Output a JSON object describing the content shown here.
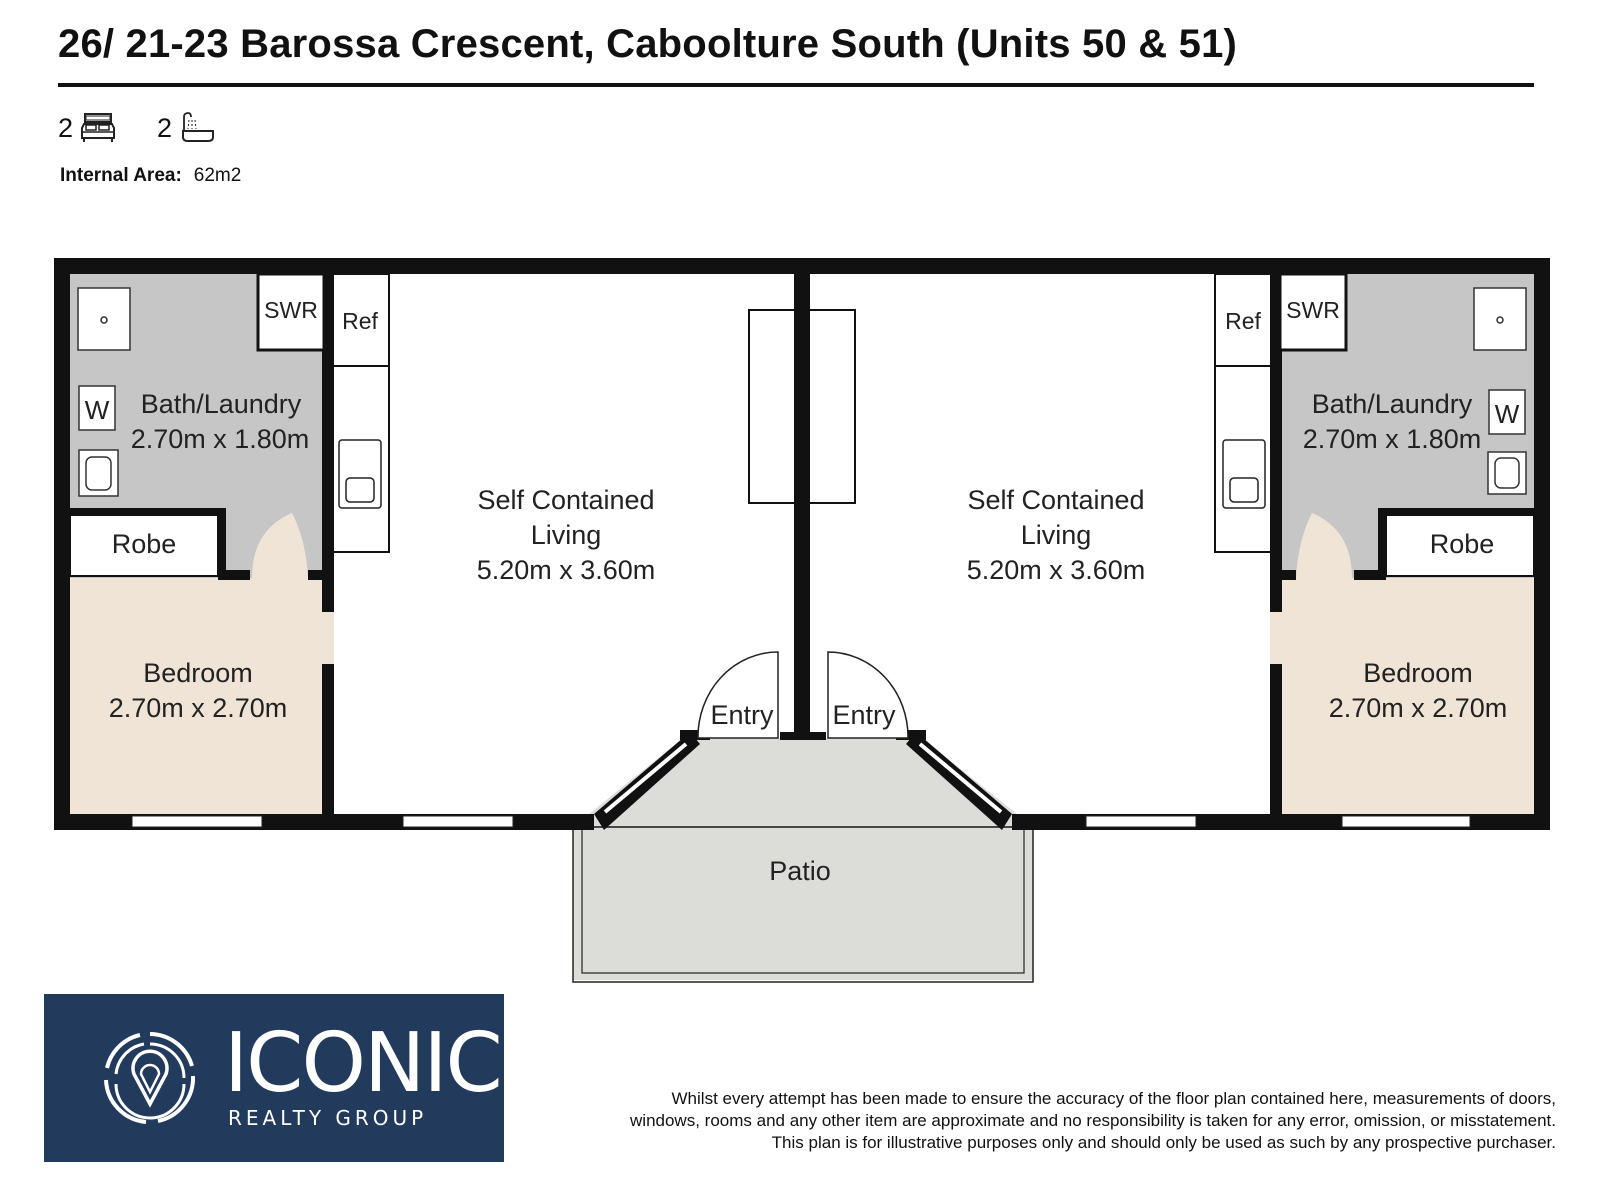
{
  "header": {
    "title": "26/ 21-23 Barossa Crescent, Caboolture South (Units 50 & 51)"
  },
  "stats": {
    "bedrooms": "2",
    "bedroom_icon": "bed-icon",
    "bathrooms": "2",
    "bathroom_icon": "bath-icon",
    "internal_area_label": "Internal Area:",
    "internal_area_value": "62m2"
  },
  "colors": {
    "wall": "#111111",
    "bath_fill": "#c6c6c6",
    "bedroom_fill": "#f0e4d6",
    "patio_fill": "#dcdcd9",
    "logo_bg": "#223a5c"
  },
  "plan": {
    "left_unit": {
      "bath_label": "Bath/Laundry",
      "bath_size": "2.70m x 1.80m",
      "swr": "SWR",
      "ref": "Ref",
      "washer": "W",
      "robe": "Robe",
      "bedroom_label": "Bedroom",
      "bedroom_size": "2.70m x 2.70m",
      "living_label_1": "Self Contained",
      "living_label_2": "Living",
      "living_size": "5.20m x 3.60m",
      "entry": "Entry"
    },
    "right_unit": {
      "bath_label": "Bath/Laundry",
      "bath_size": "2.70m x 1.80m",
      "swr": "SWR",
      "ref": "Ref",
      "washer": "W",
      "robe": "Robe",
      "bedroom_label": "Bedroom",
      "bedroom_size": "2.70m x 2.70m",
      "living_label_1": "Self Contained",
      "living_label_2": "Living",
      "living_size": "5.20m x 3.60m",
      "entry": "Entry"
    },
    "patio": "Patio"
  },
  "logo": {
    "wordmark": "ICONIC",
    "subtitle": "REALTY GROUP",
    "icon": "location-pin-icon"
  },
  "disclaimer": {
    "line1": "Whilst every attempt has been made to ensure the accuracy of the floor plan contained here, measurements of doors,",
    "line2": "windows, rooms and any other item are approximate and no responsibility is taken for any error, omission, or misstatement.",
    "line3": "This plan is for illustrative purposes only and should only be used as such by any prospective purchaser."
  }
}
